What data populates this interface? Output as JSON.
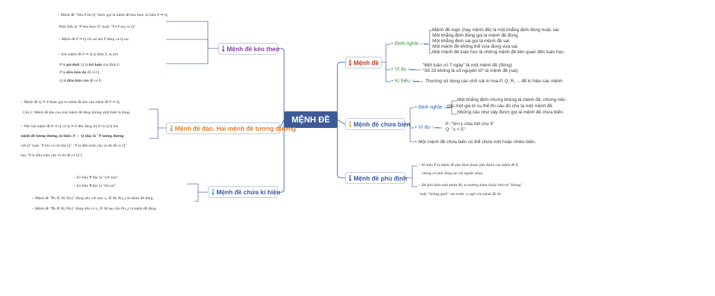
{
  "center": "MỆNH ĐỀ",
  "branches": {
    "b1": {
      "num": "1",
      "label": "Mệnh đề",
      "color": "#c0392b"
    },
    "b2": {
      "num": "2",
      "label": "Mệnh đề chứa biến",
      "color": "#e0a21a"
    },
    "b3": {
      "num": "3",
      "label": "Mệnh đề phủ định",
      "color": "#3b58a8"
    },
    "b4": {
      "num": "4",
      "label": "Mệnh đề kéo theo",
      "color": "#8e44ad"
    },
    "b5": {
      "num": "5",
      "label": "Mệnh đề đảo. Hai mệnh đề tương đương",
      "color": "#e67e22"
    },
    "b6": {
      "num": "6",
      "label": "Mệnh đề chứa kí hiệu",
      "color": "#16a3b8"
    }
  },
  "b1_children": {
    "dn_label": "Định nghĩa",
    "dn_lines": [
      "Mệnh đề logic (hay mệnh đề) là một khẳng định đúng hoặc sai.",
      "Một khẳng định đúng gọi là mệnh đề đúng.",
      "Một khẳng định sai gọi là mệnh đề sai.",
      "Một mệnh đề không thể vừa đúng vừa sai.",
      "Một mệnh đề toán học là những mệnh đề liên quan đến toán học."
    ],
    "vd_label": "Ví dụ",
    "vd_lines": [
      "\"Một tuần có 7 ngày\" là một mệnh đề (đúng)",
      "\"Số 23 không là số nguyên tố\" là mệnh đề (sai)."
    ],
    "kh_label": "Kí hiệu",
    "kh_text": "Thường sử dụng các chữ cái in hoa P, Q, R, ... để kí hiệu các mệnh"
  },
  "b2_children": {
    "dn_label": "Định nghĩa",
    "dn_lines": [
      "Một khẳng định nhưng không là mệnh đề, nhưng nếu",
      "cho một giá trị cụ thể thì câu đó cho ta một mệnh đề",
      "Những câu như vậy được gọi là mệnh đề chứa biến."
    ],
    "vd_label": "Ví dụ",
    "vd_lines": [
      "P: \"3n+1 chia hết cho 5\"",
      "Q: \"x < 5\""
    ],
    "note": "Một mệnh đề chứa biến có thể chứa một hoặc nhiều biến."
  },
  "b3_children": {
    "l1": "Kí hiệu P̄ là mệnh đề phủ định (hoặc phủ định) của mệnh đề P,",
    "l2": "chúng có tính đúng sai trái ngược nhau.",
    "l3": "Để phủ định một mệnh đề, ta thường thêm (hoặc bớt) từ \"không\"",
    "l4": "hoặc \"không phải\" vào trước vị ngữ của mệnh đề đó."
  },
  "b4_children": {
    "l1": "Mệnh đề \"Nếu P thì Q\" được gọi là mệnh đề kéo theo, kí hiệu P ⇒ Q.",
    "l2": "Phát biểu là \"P kéo theo Q\" hoặc \"Từ P suy ra Q\".",
    "l3": "Mệnh đề P ⇒ Q chỉ sai khi P đúng và Q sai.",
    "l4": "Khi mệnh đề P ⇒ Q là định lí, ta nói:",
    "l5a": "P là ",
    "l5b": "giả thiết",
    "l5c": ", Q là ",
    "l5d": "kết luận",
    "l5e": " của định lí.",
    "l6a": "P là ",
    "l6b": "điều kiện đủ",
    "l6c": " để có Q",
    "l7a": "Q là ",
    "l7b": "điều kiện cần",
    "l7c": " để có P."
  },
  "b5_children": {
    "l1": "Mệnh đề Q ⇒ P được gọi là mệnh đề đảo của mệnh đề P ⇒ Q.",
    "l2": "Chú ý: Mệnh đề đảo của một mệnh đề đúng không nhất thiết là đúng.",
    "l3": "Nếu hai mệnh đề P ⇒ Q và Q ⇒ P đều đúng thì P và Q là hai",
    "l4": "mệnh đề tương đương, kí hiệu: P ⇔ Q (đọc là \"P tương đương",
    "l5": "với Q\" hoặc \"P khi và chỉ khi Q\", \"P là điều kiện cần và đủ để có Q\"",
    "l6": "hay \"P là điều kiện cần và đủ để có Q\")."
  },
  "b6_children": {
    "l1": "Kí hiệu ∀ đọc là \"với mọi\".",
    "l2": "Kí hiệu ∃ đọc là \"tồn tại\".",
    "l3": "Mệnh đề \"∀x ∈ M, P(x)\" đúng nếu với mọi x₀ ∈ M, P(x₀) là mệnh đề đúng.",
    "l4": "Mệnh đề \"∃x ∈ M, P(x)\" đúng nếu có x₀ ∈ M sao cho P(x₀) là mệnh đề đúng."
  }
}
